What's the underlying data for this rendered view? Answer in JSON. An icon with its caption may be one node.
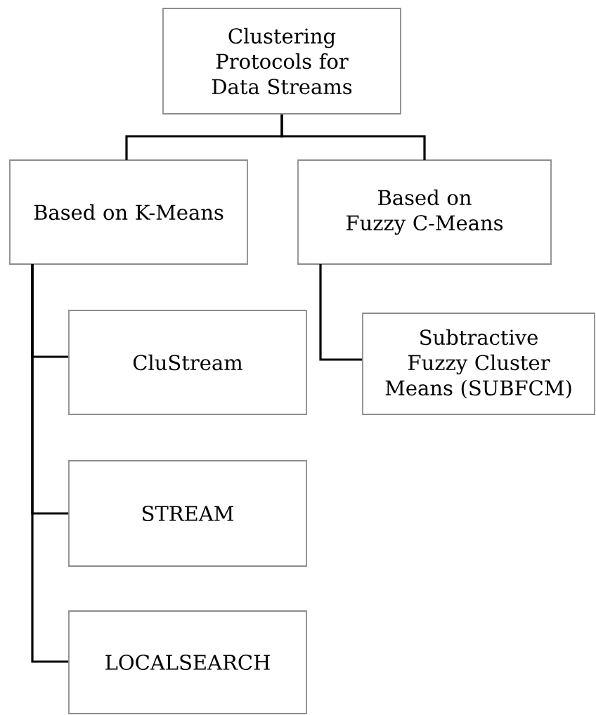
{
  "diagram": {
    "nodes": [
      {
        "text": [
          "Clustering Protocols for Data Streams"
        ]
      },
      {
        "text": [
          "Based on K-Means"
        ]
      },
      {
        "text": [
          "Based on Fuzzy C-Means"
        ]
      },
      {
        "text": [
          "CluStream"
        ]
      },
      {
        "text": [
          "STREAM"
        ]
      },
      {
        "text": [
          "LOCALSEARCH"
        ]
      },
      {
        "text": [
          "Subtractive Fuzzy Cluster Means (SUBFCM)"
        ]
      }
    ],
    "edges": [
      {
        "from": 0,
        "to": 1,
        "arrow": "none"
      },
      {
        "from": 0,
        "to": 2,
        "arrow": "none"
      },
      {
        "from": 1,
        "to": 3,
        "arrow": "none"
      },
      {
        "from": 1,
        "to": 4,
        "arrow": "none"
      },
      {
        "from": 1,
        "to": 5,
        "arrow": "none"
      },
      {
        "from": 2,
        "to": 6,
        "arrow": "none"
      }
    ]
  }
}
